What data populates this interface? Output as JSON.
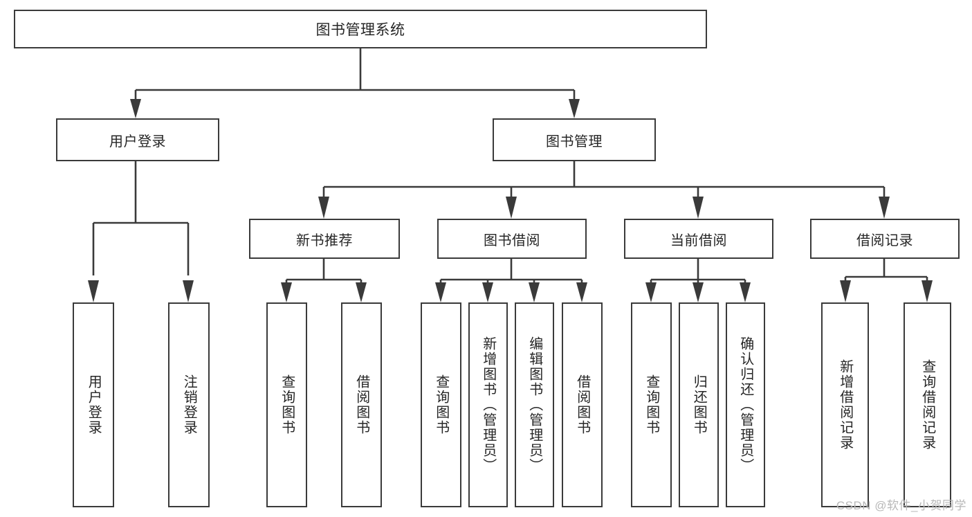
{
  "diagram": {
    "title": "图书管理系统",
    "type": "hierarchy-tree",
    "watermark": "CSDN @软件_小贺同学",
    "colors": {
      "stroke": "#3a3a3a",
      "fill": "#ffffff",
      "text": "#262626",
      "watermark": "#b8b8b8"
    },
    "root": {
      "label": "图书管理系统"
    },
    "level2": [
      {
        "label": "用户登录"
      },
      {
        "label": "图书管理"
      }
    ],
    "level3": [
      {
        "label": "新书推荐"
      },
      {
        "label": "图书借阅"
      },
      {
        "label": "当前借阅"
      },
      {
        "label": "借阅记录"
      }
    ],
    "leaves": {
      "user_login": [
        {
          "label": "用户登录"
        },
        {
          "label": "注销登录"
        }
      ],
      "new_book_recommend": [
        {
          "label": "查询图书"
        },
        {
          "label": "借阅图书"
        }
      ],
      "book_borrow": [
        {
          "label": "查询图书"
        },
        {
          "label": "新增图书（管理员）"
        },
        {
          "label": "编辑图书（管理员）"
        },
        {
          "label": "借阅图书"
        }
      ],
      "current_borrow": [
        {
          "label": "查询图书"
        },
        {
          "label": "归还图书"
        },
        {
          "label": "确认归还（管理员）"
        }
      ],
      "borrow_record": [
        {
          "label": "新增借阅记录"
        },
        {
          "label": "查询借阅记录"
        }
      ]
    }
  }
}
